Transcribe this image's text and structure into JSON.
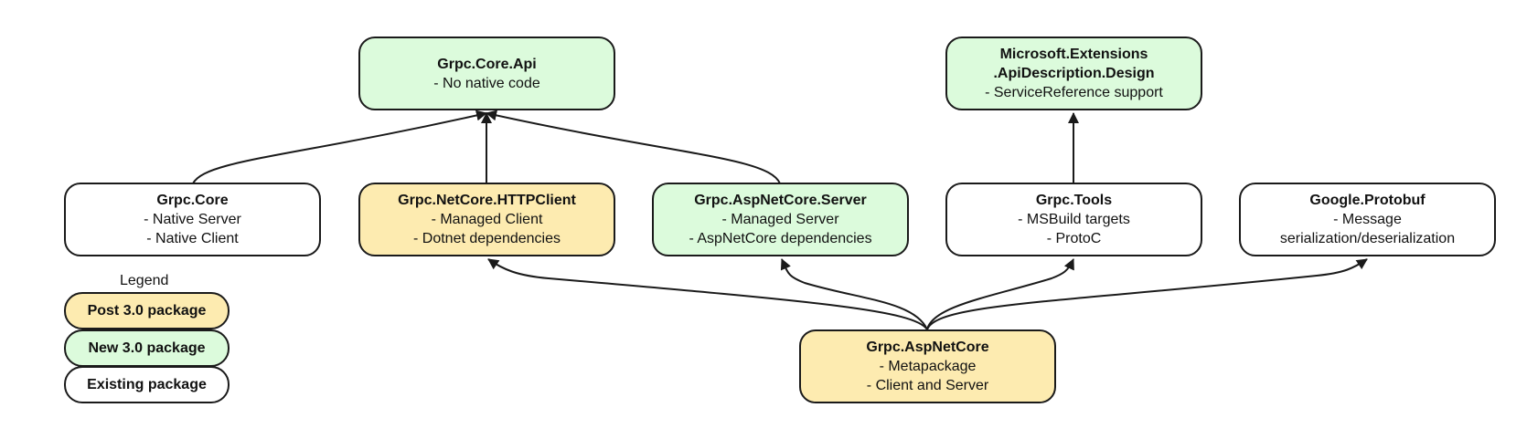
{
  "colors": {
    "post": "#fdebb0",
    "new": "#dcfbdc",
    "existing": "#ffffff",
    "stroke": "#1a1a1a"
  },
  "nodes": {
    "core_api": {
      "title": "Grpc.Core.Api",
      "lines": [
        "- No native code"
      ],
      "kind": "new"
    },
    "ms_ext": {
      "title": "Microsoft.Extensions .ApiDescription.Design",
      "title_lines": [
        "Microsoft.Extensions",
        ".ApiDescription.Design"
      ],
      "lines": [
        "- ServiceReference support"
      ],
      "kind": "new"
    },
    "grpc_core": {
      "title": "Grpc.Core",
      "lines": [
        "- Native Server",
        "- Native Client"
      ],
      "kind": "existing"
    },
    "httpclient": {
      "title": "Grpc.NetCore.HTTPClient",
      "lines": [
        "- Managed Client",
        "- Dotnet dependencies"
      ],
      "kind": "post"
    },
    "aspnet_server": {
      "title": "Grpc.AspNetCore.Server",
      "lines": [
        "- Managed Server",
        "- AspNetCore dependencies"
      ],
      "kind": "new"
    },
    "tools": {
      "title": "Grpc.Tools",
      "lines": [
        "- MSBuild targets",
        "- ProtoC"
      ],
      "kind": "existing"
    },
    "protobuf": {
      "title": "Google.Protobuf",
      "lines": [
        "- Message",
        "serialization/deserialization"
      ],
      "kind": "existing"
    },
    "aspnetcore": {
      "title": "Grpc.AspNetCore",
      "lines": [
        "- Metapackage",
        "- Client and Server"
      ],
      "kind": "post"
    }
  },
  "edges": [
    {
      "from": "grpc_core",
      "to": "core_api"
    },
    {
      "from": "httpclient",
      "to": "core_api"
    },
    {
      "from": "aspnet_server",
      "to": "core_api"
    },
    {
      "from": "tools",
      "to": "ms_ext"
    },
    {
      "from": "aspnetcore",
      "to": "httpclient"
    },
    {
      "from": "aspnetcore",
      "to": "aspnet_server"
    },
    {
      "from": "aspnetcore",
      "to": "tools"
    },
    {
      "from": "aspnetcore",
      "to": "protobuf"
    }
  ],
  "legend": {
    "title": "Legend",
    "items": [
      {
        "label": "Post 3.0 package",
        "kind": "post"
      },
      {
        "label": "New 3.0 package",
        "kind": "new"
      },
      {
        "label": "Existing package",
        "kind": "existing"
      }
    ]
  }
}
